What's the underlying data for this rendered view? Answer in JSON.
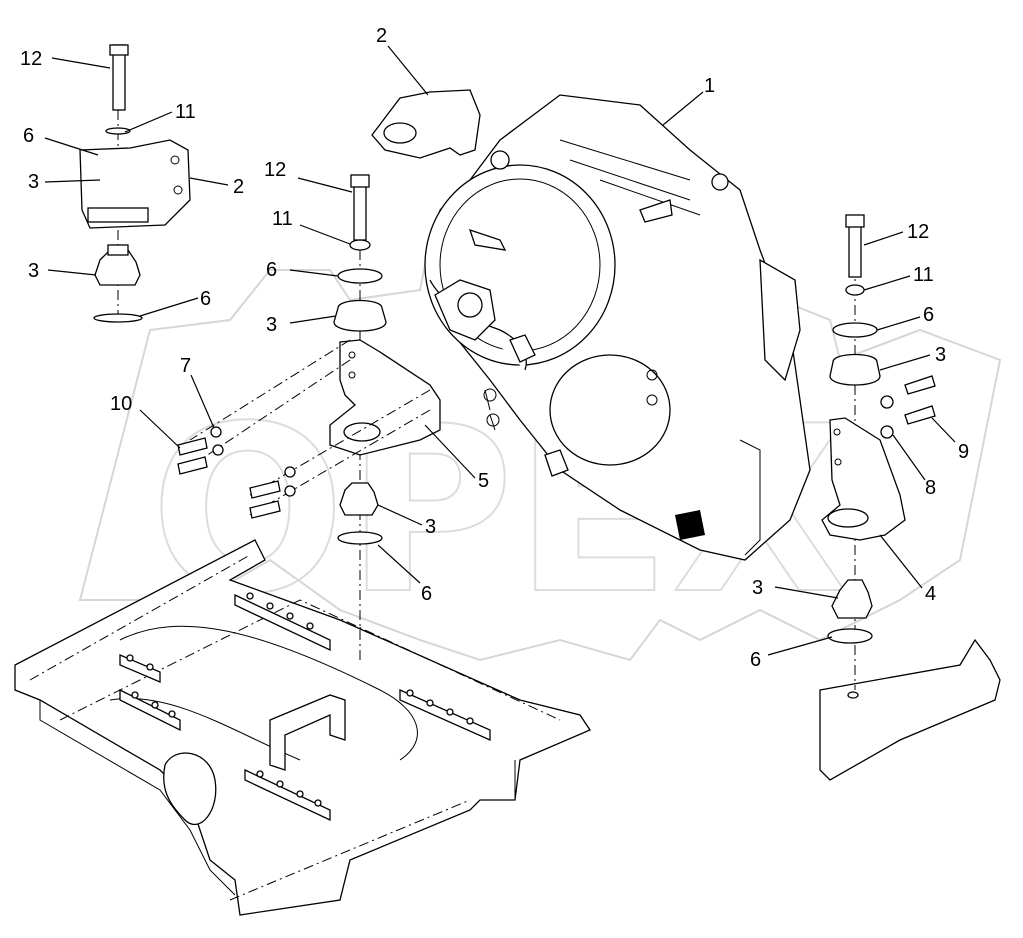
{
  "watermark": {
    "text": "OPEX"
  },
  "callouts": [
    {
      "id": "c12a",
      "label": "12"
    },
    {
      "id": "c11a",
      "label": "11"
    },
    {
      "id": "c6a",
      "label": "6"
    },
    {
      "id": "c3a",
      "label": "3"
    },
    {
      "id": "c2a",
      "label": "2"
    },
    {
      "id": "c3b",
      "label": "3"
    },
    {
      "id": "c6b",
      "label": "6"
    },
    {
      "id": "c2b",
      "label": "2"
    },
    {
      "id": "c12b",
      "label": "12"
    },
    {
      "id": "c11b",
      "label": "11"
    },
    {
      "id": "c6c",
      "label": "6"
    },
    {
      "id": "c3c",
      "label": "3"
    },
    {
      "id": "c7",
      "label": "7"
    },
    {
      "id": "c10",
      "label": "10"
    },
    {
      "id": "c5",
      "label": "5"
    },
    {
      "id": "c3d",
      "label": "3"
    },
    {
      "id": "c6d",
      "label": "6"
    },
    {
      "id": "c1",
      "label": "1"
    },
    {
      "id": "c12c",
      "label": "12"
    },
    {
      "id": "c11c",
      "label": "11"
    },
    {
      "id": "c6e",
      "label": "6"
    },
    {
      "id": "c3e",
      "label": "3"
    },
    {
      "id": "c9",
      "label": "9"
    },
    {
      "id": "c8",
      "label": "8"
    },
    {
      "id": "c4",
      "label": "4"
    },
    {
      "id": "c3f",
      "label": "3"
    },
    {
      "id": "c6f",
      "label": "6"
    }
  ]
}
